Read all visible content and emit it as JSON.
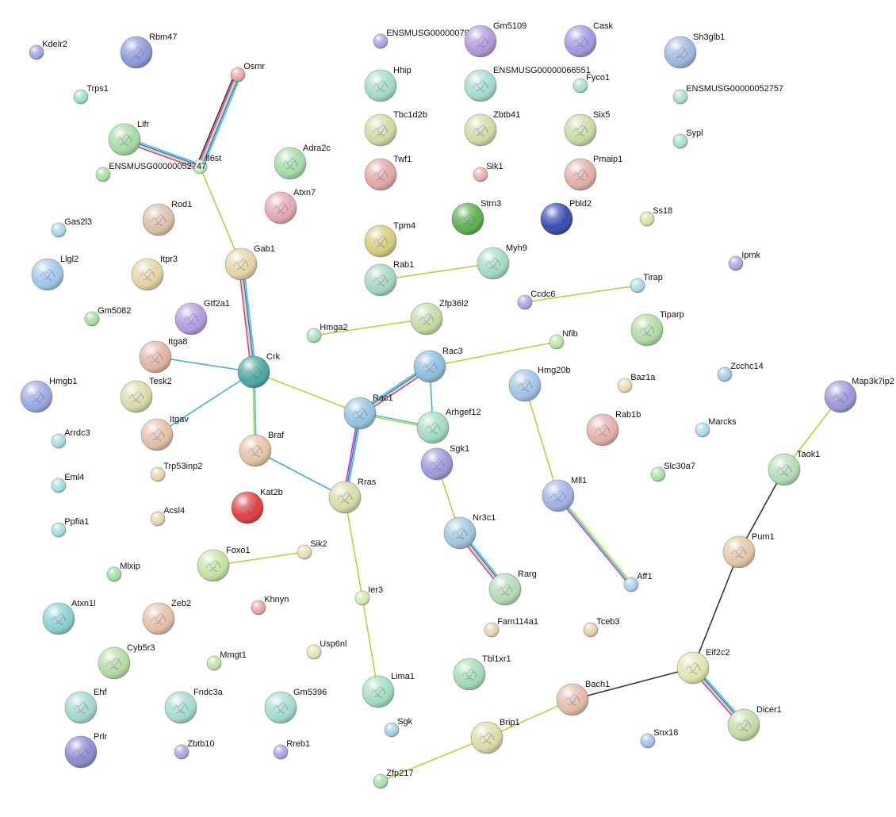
{
  "title": "",
  "nodes": [
    {
      "id": "Kdelr2",
      "label": "Kdelr2",
      "color": "#9fa8e0",
      "size": "small",
      "structure": false
    },
    {
      "id": "Rbm47",
      "label": "Rbm47",
      "color": "#8c9ad8",
      "size": "large",
      "structure": true
    },
    {
      "id": "Trps1",
      "label": "Trps1",
      "color": "#9ee0c0",
      "size": "small",
      "structure": false
    },
    {
      "id": "Osmr",
      "label": "Osmr",
      "color": "#eaa8a8",
      "size": "small",
      "structure": false
    },
    {
      "id": "Lifr",
      "label": "Lifr",
      "color": "#a4dca4",
      "size": "large",
      "structure": true
    },
    {
      "id": "Il6st",
      "label": "Il6st",
      "color": "#c8ecc8",
      "size": "small",
      "structure": false
    },
    {
      "id": "ENSMUSG00000052747",
      "label": "ENSMUSG00000052747",
      "color": "#a6e0a6",
      "size": "small",
      "structure": false
    },
    {
      "id": "Gas2l3",
      "label": "Gas2l3",
      "color": "#a8d6e8",
      "size": "small",
      "structure": false
    },
    {
      "id": "Rod1",
      "label": "Rod1",
      "color": "#dcc0a8",
      "size": "large",
      "structure": true
    },
    {
      "id": "Adra2c",
      "label": "Adra2c",
      "color": "#a6dca6",
      "size": "large",
      "structure": true
    },
    {
      "id": "Atxn7",
      "label": "Atxn7",
      "color": "#e4a8b4",
      "size": "large",
      "structure": true
    },
    {
      "id": "Llgl2",
      "label": "Llgl2",
      "color": "#a0c8e8",
      "size": "large",
      "structure": true
    },
    {
      "id": "Itpr3",
      "label": "Itpr3",
      "color": "#e4d4a4",
      "size": "large",
      "structure": true
    },
    {
      "id": "Gab1",
      "label": "Gab1",
      "color": "#e4d4a4",
      "size": "large",
      "structure": true
    },
    {
      "id": "Gm5082",
      "label": "Gm5082",
      "color": "#a6dca6",
      "size": "small",
      "structure": false
    },
    {
      "id": "Gtf2a1",
      "label": "Gtf2a1",
      "color": "#b49ae0",
      "size": "large",
      "structure": true
    },
    {
      "id": "Itga8",
      "label": "Itga8",
      "color": "#e4b4a4",
      "size": "large",
      "structure": true
    },
    {
      "id": "Crk",
      "label": "Crk",
      "color": "#4aa8a0",
      "size": "large",
      "structure": true
    },
    {
      "id": "Hmgb1",
      "label": "Hmgb1",
      "color": "#9aaae0",
      "size": "large",
      "structure": true
    },
    {
      "id": "Tesk2",
      "label": "Tesk2",
      "color": "#d8dca4",
      "size": "large",
      "structure": true
    },
    {
      "id": "Itgav",
      "label": "Itgav",
      "color": "#e4c0a8",
      "size": "large",
      "structure": true
    },
    {
      "id": "Arrdc3",
      "label": "Arrdc3",
      "color": "#a8dce4",
      "size": "small",
      "structure": false
    },
    {
      "id": "Braf",
      "label": "Braf",
      "color": "#e4c4a4",
      "size": "large",
      "structure": true
    },
    {
      "id": "Trp53inp2",
      "label": "Trp53inp2",
      "color": "#e8d8b0",
      "size": "small",
      "structure": false
    },
    {
      "id": "Eml4",
      "label": "Eml4",
      "color": "#a8dce4",
      "size": "small",
      "structure": false
    },
    {
      "id": "Kat2b",
      "label": "Kat2b",
      "color": "#e04040",
      "size": "large",
      "structure": true
    },
    {
      "id": "Acsl4",
      "label": "Acsl4",
      "color": "#e8d4b0",
      "size": "small",
      "structure": false
    },
    {
      "id": "Ppfia1",
      "label": "Ppfia1",
      "color": "#a8dce4",
      "size": "small",
      "structure": false
    },
    {
      "id": "Foxo1",
      "label": "Foxo1",
      "color": "#c4e4a4",
      "size": "large",
      "structure": true
    },
    {
      "id": "Sik2",
      "label": "Sik2",
      "color": "#e8dcb0",
      "size": "small",
      "structure": false
    },
    {
      "id": "Mlxip",
      "label": "Mlxip",
      "color": "#a6dca6",
      "size": "small",
      "structure": false
    },
    {
      "id": "Atxn1l",
      "label": "Atxn1l",
      "color": "#8cd0d0",
      "size": "large",
      "structure": true
    },
    {
      "id": "Zeb2",
      "label": "Zeb2",
      "color": "#e4c0a8",
      "size": "large",
      "structure": true
    },
    {
      "id": "Khnyn",
      "label": "Khnyn",
      "color": "#eaa8a8",
      "size": "small",
      "structure": false
    },
    {
      "id": "Cyb5r3",
      "label": "Cyb5r3",
      "color": "#b4dca4",
      "size": "large",
      "structure": true
    },
    {
      "id": "Mmgt1",
      "label": "Mmgt1",
      "color": "#c0e4a8",
      "size": "small",
      "structure": false
    },
    {
      "id": "Usp6nl",
      "label": "Usp6nl",
      "color": "#e4e4b0",
      "size": "small",
      "structure": false
    },
    {
      "id": "Ehf",
      "label": "Ehf",
      "color": "#a4d8d0",
      "size": "large",
      "structure": true
    },
    {
      "id": "Fndc3a",
      "label": "Fndc3a",
      "color": "#a4dcd0",
      "size": "large",
      "structure": true
    },
    {
      "id": "Gm5396",
      "label": "Gm5396",
      "color": "#a4dcd0",
      "size": "large",
      "structure": true
    },
    {
      "id": "Prlr",
      "label": "Prlr",
      "color": "#8c8cd0",
      "size": "large",
      "structure": true
    },
    {
      "id": "Zbtb10",
      "label": "Zbtb10",
      "color": "#a8a8e0",
      "size": "small",
      "structure": false
    },
    {
      "id": "Rreb1",
      "label": "Rreb1",
      "color": "#a8a8e0",
      "size": "small",
      "structure": false
    },
    {
      "id": "ENSMUSG00000079961",
      "label": "ENSMUSG00000079961",
      "color": "#a8a8e0",
      "size": "small",
      "structure": false
    },
    {
      "id": "Gm5109",
      "label": "Gm5109",
      "color": "#b49ad8",
      "size": "large",
      "structure": true
    },
    {
      "id": "Cask",
      "label": "Cask",
      "color": "#a09ae0",
      "size": "large",
      "structure": true
    },
    {
      "id": "Sh3glb1",
      "label": "Sh3glb1",
      "color": "#a0b8e0",
      "size": "large",
      "structure": true
    },
    {
      "id": "Hhip",
      "label": "Hhip",
      "color": "#a4dcc8",
      "size": "large",
      "structure": true
    },
    {
      "id": "ENSMUSG00000066551",
      "label": "ENSMUSG00000066551",
      "color": "#a4dcd0",
      "size": "large",
      "structure": true
    },
    {
      "id": "Fyco1",
      "label": "Fyco1",
      "color": "#a8e0d0",
      "size": "small",
      "structure": false
    },
    {
      "id": "ENSMUSG00000052757",
      "label": "ENSMUSG00000052757",
      "color": "#a8e0c8",
      "size": "small",
      "structure": false
    },
    {
      "id": "Tbc1d2b",
      "label": "Tbc1d2b",
      "color": "#d0dca4",
      "size": "large",
      "structure": true
    },
    {
      "id": "Zbtb41",
      "label": "Zbtb41",
      "color": "#d0dca4",
      "size": "large",
      "structure": true
    },
    {
      "id": "Six5",
      "label": "Six5",
      "color": "#c8dca4",
      "size": "large",
      "structure": true
    },
    {
      "id": "Sypl",
      "label": "Sypl",
      "color": "#a8e0d0",
      "size": "small",
      "structure": false
    },
    {
      "id": "Twf1",
      "label": "Twf1",
      "color": "#e4a8a8",
      "size": "large",
      "structure": true
    },
    {
      "id": "Sik1",
      "label": "Sik1",
      "color": "#eab0b0",
      "size": "small",
      "structure": false
    },
    {
      "id": "Pmaip1",
      "label": "Pmaip1",
      "color": "#e4b0a8",
      "size": "large",
      "structure": true
    },
    {
      "id": "Tpm4",
      "label": "Tpm4",
      "color": "#d8cc7c",
      "size": "large",
      "structure": true
    },
    {
      "id": "Strn3",
      "label": "Strn3",
      "color": "#5cb04c",
      "size": "large",
      "structure": true
    },
    {
      "id": "Pbld2",
      "label": "Pbld2",
      "color": "#3a4cb0",
      "size": "large",
      "structure": true
    },
    {
      "id": "Ss18",
      "label": "Ss18",
      "color": "#d4e4a8",
      "size": "small",
      "structure": false
    },
    {
      "id": "Rab1",
      "label": "Rab1",
      "color": "#a4d8c0",
      "size": "large",
      "structure": true
    },
    {
      "id": "Myh9",
      "label": "Myh9",
      "color": "#a4dcc0",
      "size": "large",
      "structure": true
    },
    {
      "id": "Ipmk",
      "label": "Ipmk",
      "color": "#a8a8e0",
      "size": "small",
      "structure": false
    },
    {
      "id": "Tirap",
      "label": "Tirap",
      "color": "#a8dce4",
      "size": "small",
      "structure": false
    },
    {
      "id": "Ccdc6",
      "label": "Ccdc6",
      "color": "#a8a8e0",
      "size": "small",
      "structure": false
    },
    {
      "id": "Zfp36l2",
      "label": "Zfp36l2",
      "color": "#c4dca4",
      "size": "large",
      "structure": true
    },
    {
      "id": "Hmga2",
      "label": "Hmga2",
      "color": "#a8e0c0",
      "size": "small",
      "structure": false
    },
    {
      "id": "Tiparp",
      "label": "Tiparp",
      "color": "#b0dca4",
      "size": "large",
      "structure": true
    },
    {
      "id": "Nfib",
      "label": "Nfib",
      "color": "#c0e4a8",
      "size": "small",
      "structure": false
    },
    {
      "id": "Rac3",
      "label": "Rac3",
      "color": "#8cc0dc",
      "size": "large",
      "structure": true
    },
    {
      "id": "Rac1",
      "label": "Rac1",
      "color": "#94c4dc",
      "size": "large",
      "structure": true
    },
    {
      "id": "Hmg20b",
      "label": "Hmg20b",
      "color": "#a0c4e4",
      "size": "large",
      "structure": true
    },
    {
      "id": "Baz1a",
      "label": "Baz1a",
      "color": "#e8dcb0",
      "size": "small",
      "structure": false
    },
    {
      "id": "Zcchc14",
      "label": "Zcchc14",
      "color": "#a8c8e8",
      "size": "small",
      "structure": false
    },
    {
      "id": "Map3k7ip2",
      "label": "Map3k7ip2",
      "color": "#9a9ad8",
      "size": "large",
      "structure": true
    },
    {
      "id": "Arhgef12",
      "label": "Arhgef12",
      "color": "#a4dcc0",
      "size": "large",
      "structure": true
    },
    {
      "id": "Rab1b",
      "label": "Rab1b",
      "color": "#e4b0a8",
      "size": "large",
      "structure": true
    },
    {
      "id": "Marcks",
      "label": "Marcks",
      "color": "#a8dce4",
      "size": "small",
      "structure": false
    },
    {
      "id": "Sgk1",
      "label": "Sgk1",
      "color": "#9a9ad8",
      "size": "large",
      "structure": true
    },
    {
      "id": "Slc30a7",
      "label": "Slc30a7",
      "color": "#a8e0a8",
      "size": "small",
      "structure": false
    },
    {
      "id": "Taok1",
      "label": "Taok1",
      "color": "#b4dcb4",
      "size": "large",
      "structure": true
    },
    {
      "id": "Rras",
      "label": "Rras",
      "color": "#d8dca4",
      "size": "large",
      "structure": true
    },
    {
      "id": "Mll1",
      "label": "Mll1",
      "color": "#a0b4e4",
      "size": "large",
      "structure": true
    },
    {
      "id": "Nr3c1",
      "label": "Nr3c1",
      "color": "#a0c8dc",
      "size": "large",
      "structure": true
    },
    {
      "id": "Pum1",
      "label": "Pum1",
      "color": "#e4c8a8",
      "size": "large",
      "structure": true
    },
    {
      "id": "Aff1",
      "label": "Aff1",
      "color": "#a8d0e8",
      "size": "small",
      "structure": false
    },
    {
      "id": "Rarg",
      "label": "Rarg",
      "color": "#b4dcb4",
      "size": "large",
      "structure": true
    },
    {
      "id": "Ier3",
      "label": "Ier3",
      "color": "#d4e8b0",
      "size": "small",
      "structure": false
    },
    {
      "id": "Fam114a1",
      "label": "Fam114a1",
      "color": "#e8d4b0",
      "size": "small",
      "structure": false
    },
    {
      "id": "Tceb3",
      "label": "Tceb3",
      "color": "#e8ccb0",
      "size": "small",
      "structure": false
    },
    {
      "id": "Eif2c2",
      "label": "Eif2c2",
      "color": "#e4e4b0",
      "size": "large",
      "structure": true
    },
    {
      "id": "Tbl1xr1",
      "label": "Tbl1xr1",
      "color": "#a4dcb4",
      "size": "large",
      "structure": true
    },
    {
      "id": "Lima1",
      "label": "Lima1",
      "color": "#a4dcc0",
      "size": "large",
      "structure": true
    },
    {
      "id": "Bach1",
      "label": "Bach1",
      "color": "#e4bca8",
      "size": "large",
      "structure": true
    },
    {
      "id": "Dicer1",
      "label": "Dicer1",
      "color": "#c4dca4",
      "size": "large",
      "structure": true
    },
    {
      "id": "Sgk",
      "label": "Sgk",
      "color": "#a8d0e8",
      "size": "small",
      "structure": false
    },
    {
      "id": "Brip1",
      "label": "Brip1",
      "color": "#dcdca4",
      "size": "large",
      "structure": true
    },
    {
      "id": "Snx18",
      "label": "Snx18",
      "color": "#a8c0e8",
      "size": "small",
      "structure": false
    },
    {
      "id": "Zfp217",
      "label": "Zfp217",
      "color": "#a8e0a8",
      "size": "small",
      "structure": false
    }
  ],
  "edges": [
    {
      "source": "Osmr",
      "target": "Il6st",
      "colors": [
        "#3dc7ce",
        "#4567f0",
        "#d7e63a",
        "#c23bd4",
        "#333333"
      ]
    },
    {
      "source": "Lifr",
      "target": "Il6st",
      "colors": [
        "#3dc7ce",
        "#4567f0",
        "#d7e63a",
        "#c23bd4"
      ]
    },
    {
      "source": "Il6st",
      "target": "Gab1",
      "colors": [
        "#b4d43a"
      ]
    },
    {
      "source": "Gab1",
      "target": "Crk",
      "colors": [
        "#3dc7ce",
        "#4567f0",
        "#d7e63a",
        "#c23bd4"
      ]
    },
    {
      "source": "Itga8",
      "target": "Crk",
      "colors": [
        "#3ab4d4"
      ]
    },
    {
      "source": "Itgav",
      "target": "Crk",
      "colors": [
        "#3ab4d4"
      ]
    },
    {
      "source": "Crk",
      "target": "Braf",
      "colors": [
        "#3dc7ce",
        "#b4d43a"
      ]
    },
    {
      "source": "Crk",
      "target": "Rac1",
      "colors": [
        "#b4d43a"
      ]
    },
    {
      "source": "Braf",
      "target": "Rras",
      "colors": [
        "#3ab4d4"
      ]
    },
    {
      "source": "Rac1",
      "target": "Rac3",
      "colors": [
        "#3dc7ce",
        "#4567f0",
        "#d7e63a",
        "#c23bd4"
      ]
    },
    {
      "source": "Rac1",
      "target": "Arhgef12",
      "colors": [
        "#3dc7ce",
        "#b4d43a"
      ]
    },
    {
      "source": "Rac3",
      "target": "Arhgef12",
      "colors": [
        "#3ab4d4"
      ]
    },
    {
      "source": "Rac3",
      "target": "Nfib",
      "colors": [
        "#b4d43a"
      ]
    },
    {
      "source": "Rac1",
      "target": "Rras",
      "colors": [
        "#3dc7ce",
        "#4567f0",
        "#c23bd4"
      ]
    },
    {
      "source": "Rras",
      "target": "Ier3",
      "colors": [
        "#b4d43a"
      ]
    },
    {
      "source": "Ier3",
      "target": "Lima1",
      "colors": [
        "#b4d43a"
      ]
    },
    {
      "source": "Sgk1",
      "target": "Nr3c1",
      "colors": [
        "#b4d43a"
      ]
    },
    {
      "source": "Nr3c1",
      "target": "Rarg",
      "colors": [
        "#3dc7ce",
        "#4567f0",
        "#d7e63a",
        "#c23bd4"
      ]
    },
    {
      "source": "Hmg20b",
      "target": "Mll1",
      "colors": [
        "#b4d43a"
      ]
    },
    {
      "source": "Mll1",
      "target": "Aff1",
      "colors": [
        "#d7e63a",
        "#3dc7ce",
        "#c23bd4"
      ]
    },
    {
      "source": "Rab1",
      "target": "Myh9",
      "colors": [
        "#b4d43a"
      ]
    },
    {
      "source": "Ccdc6",
      "target": "Tirap",
      "colors": [
        "#b4d43a"
      ]
    },
    {
      "source": "Hmga2",
      "target": "Zfp36l2",
      "colors": [
        "#b4d43a"
      ]
    },
    {
      "source": "Foxo1",
      "target": "Sik2",
      "colors": [
        "#b4d43a"
      ]
    },
    {
      "source": "Map3k7ip2",
      "target": "Taok1",
      "colors": [
        "#b4d43a"
      ]
    },
    {
      "source": "Taok1",
      "target": "Pum1",
      "colors": [
        "#333333"
      ]
    },
    {
      "source": "Pum1",
      "target": "Eif2c2",
      "colors": [
        "#333333"
      ]
    },
    {
      "source": "Eif2c2",
      "target": "Bach1",
      "colors": [
        "#333333"
      ]
    },
    {
      "source": "Eif2c2",
      "target": "Dicer1",
      "colors": [
        "#3dc7ce",
        "#4567f0",
        "#d7e63a",
        "#c23bd4"
      ]
    },
    {
      "source": "Bach1",
      "target": "Brip1",
      "colors": [
        "#b4d43a"
      ]
    },
    {
      "source": "Brip1",
      "target": "Zfp217",
      "colors": [
        "#b4d43a"
      ]
    }
  ]
}
